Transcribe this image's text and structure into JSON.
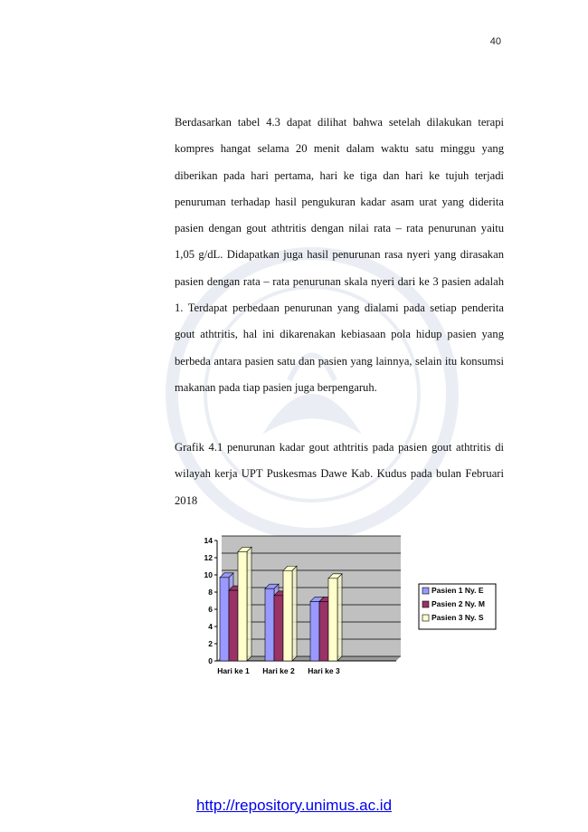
{
  "page_number": "40",
  "body_paragraph": "Berdasarkan tabel 4.3 dapat dilihat bahwa setelah dilakukan terapi kompres hangat selama 20 menit dalam waktu satu minggu yang diberikan pada hari pertama, hari ke tiga dan hari ke tujuh terjadi penuruman terhadap hasil pengukuran kadar asam urat yang diderita pasien dengan gout athtritis dengan nilai rata – rata penurunan yaitu 1,05 g/dL. Didapatkan juga hasil penurunan rasa nyeri yang dirasakan pasien dengan rata – rata penurunan skala nyeri dari ke 3 pasien adalah 1. Terdapat perbedaan penurunan yang dialami pada setiap penderita gout athtritis, hal ini dikarenakan kebiasaan pola hidup pasien yang berbeda antara pasien satu dan pasien yang lainnya, selain itu konsumsi makanan pada tiap pasien juga berpengaruh.",
  "caption": "Grafik 4.1 penurunan kadar gout athtritis pada pasien gout athtritis di wilayah kerja UPT Puskesmas Dawe Kab. Kudus pada bulan Februari 2018",
  "footer_link": "http://repository.unimus.ac.id",
  "chart_data": {
    "type": "bar",
    "categories": [
      "Hari ke 1",
      "Hari ke 2",
      "Hari ke 3"
    ],
    "series": [
      {
        "name": "Pasien 1 Ny. E",
        "values": [
          9.7,
          8.4,
          6.9
        ],
        "color": "#9999ff"
      },
      {
        "name": "Pasien 2 Ny. M",
        "values": [
          8.2,
          7.6,
          6.9
        ],
        "color": "#993366"
      },
      {
        "name": "Pasien 3 Ny. S",
        "values": [
          12.7,
          10.5,
          9.6
        ],
        "color": "#ffffcc"
      }
    ],
    "ylim": [
      0,
      14
    ],
    "yticks": [
      "0",
      "2",
      "4",
      "6",
      "8",
      "10",
      "12",
      "14"
    ],
    "grid": true,
    "plot_background": "#c0c0c0",
    "legend_position": "right"
  }
}
